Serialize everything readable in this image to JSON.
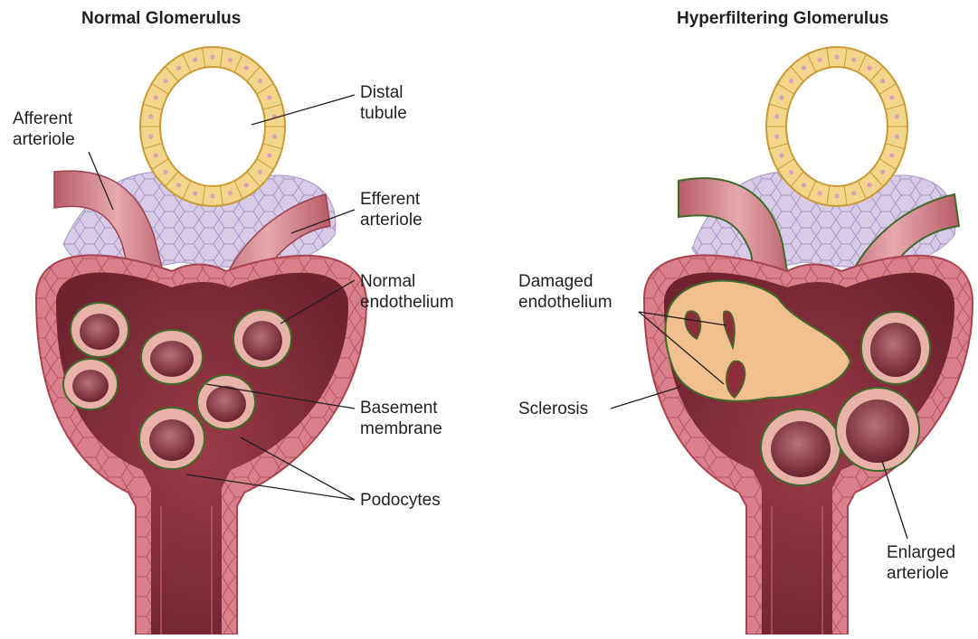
{
  "panels": {
    "left": {
      "title": "Normal Glomerulus",
      "labels": {
        "afferent": [
          "Afferent",
          "arteriole"
        ],
        "distal": [
          "Distal",
          "tubule"
        ],
        "efferent": [
          "Efferent",
          "arteriole"
        ],
        "normal_endothelium": [
          "Normal",
          "endothelium"
        ],
        "basement": [
          "Basement",
          "membrane"
        ],
        "podocytes": [
          "Podocytes"
        ]
      }
    },
    "right": {
      "title": "Hyperfiltering Glomerulus",
      "labels": {
        "damaged": [
          "Damaged",
          "endothelium"
        ],
        "sclerosis": [
          "Sclerosis"
        ],
        "enlarged": [
          "Enlarged",
          "arteriole"
        ]
      }
    }
  },
  "colors": {
    "capsule": "#d97a86",
    "capsule_dark": "#a8434f",
    "interior": "#8c2f3b",
    "tubule_cell": "#f3d68c",
    "tubule_border": "#c99a36",
    "mesangial": "#cdbfe0",
    "sclerosis": "#f2c08f",
    "endothelium_line": "#3f6b2a",
    "vessel": "#c9707a"
  }
}
